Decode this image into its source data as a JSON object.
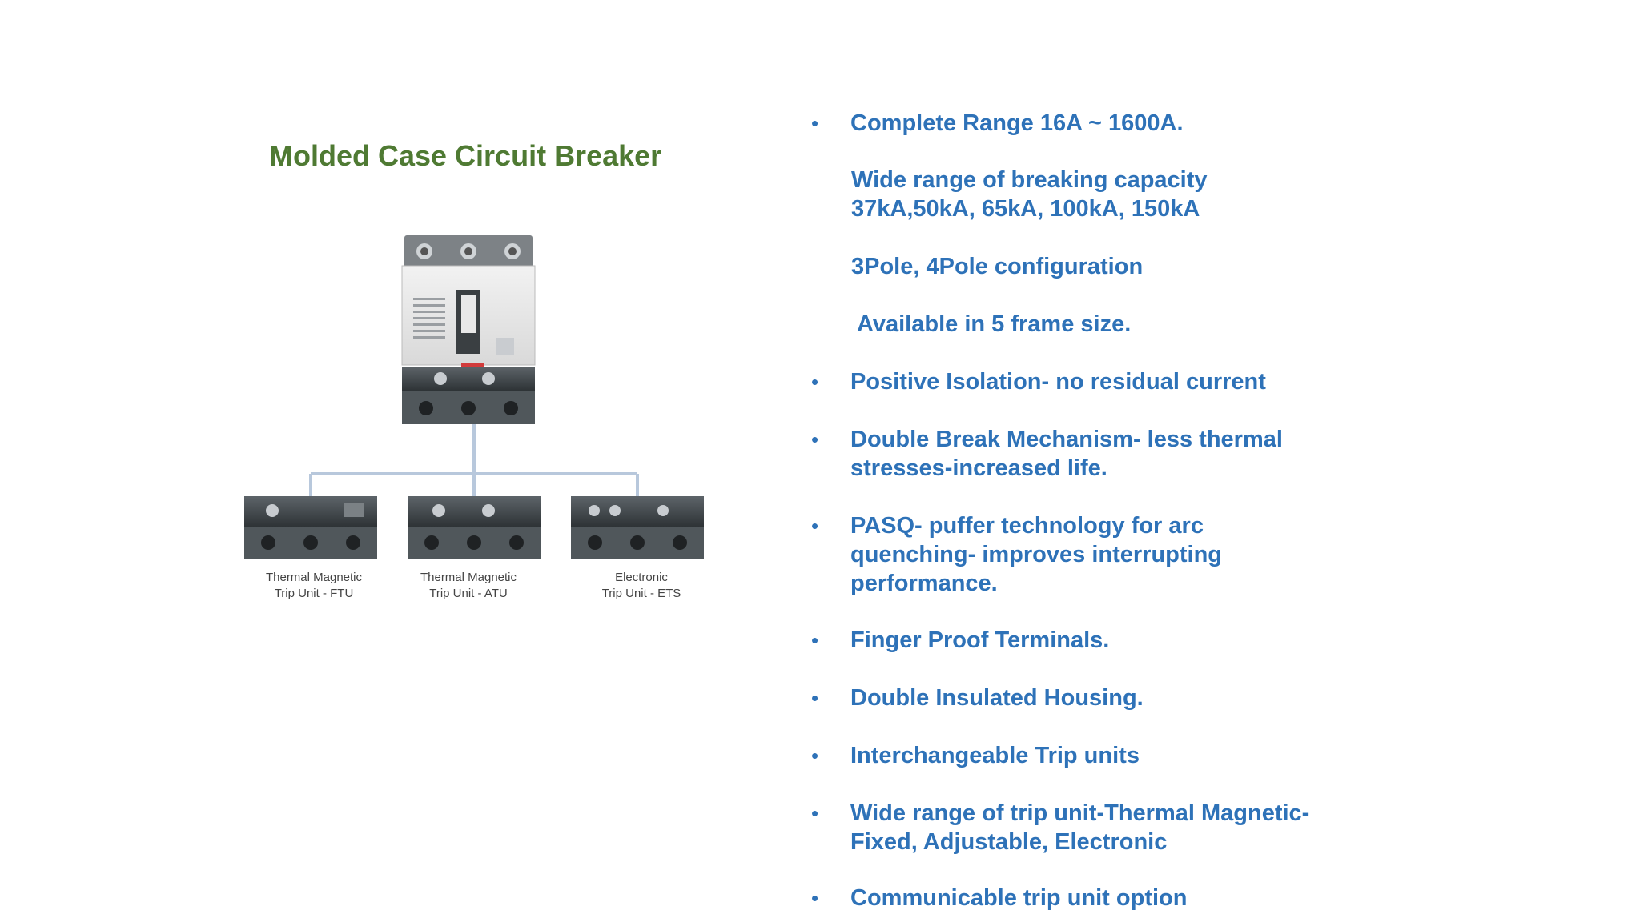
{
  "slide": {
    "title": "Molded Case Circuit Breaker",
    "captions": [
      {
        "line1": "Thermal Magnetic",
        "line2": "Trip Unit - FTU"
      },
      {
        "line1": "Thermal Magnetic",
        "line2": "Trip Unit - ATU"
      },
      {
        "line1": "Electronic",
        "line2": "Trip Unit - ETS"
      }
    ],
    "bullet_char": "•",
    "bullets": {
      "b1": [
        "Complete Range 16A ~ 1600A."
      ],
      "sub1": [
        "Wide range of breaking capacity",
        "37kA,50kA, 65kA, 100kA, 150kA"
      ],
      "sub2": [
        "3Pole, 4Pole configuration"
      ],
      "sub3": [
        "Available in 5 frame size."
      ],
      "b2": [
        "Positive Isolation- no residual current"
      ],
      "b3": [
        "Double Break Mechanism- less thermal",
        "stresses-increased life."
      ],
      "b4": [
        "PASQ- puffer technology for arc",
        "quenching- improves interrupting",
        "performance."
      ],
      "b5": [
        "Finger Proof Terminals."
      ],
      "b6": [
        "Double Insulated Housing."
      ],
      "b7": [
        "Interchangeable Trip units"
      ],
      "b8": [
        "Wide range of trip unit-Thermal Magnetic-",
        "Fixed, Adjustable, Electronic"
      ],
      "b9": [
        "Communicable trip unit option"
      ]
    }
  }
}
